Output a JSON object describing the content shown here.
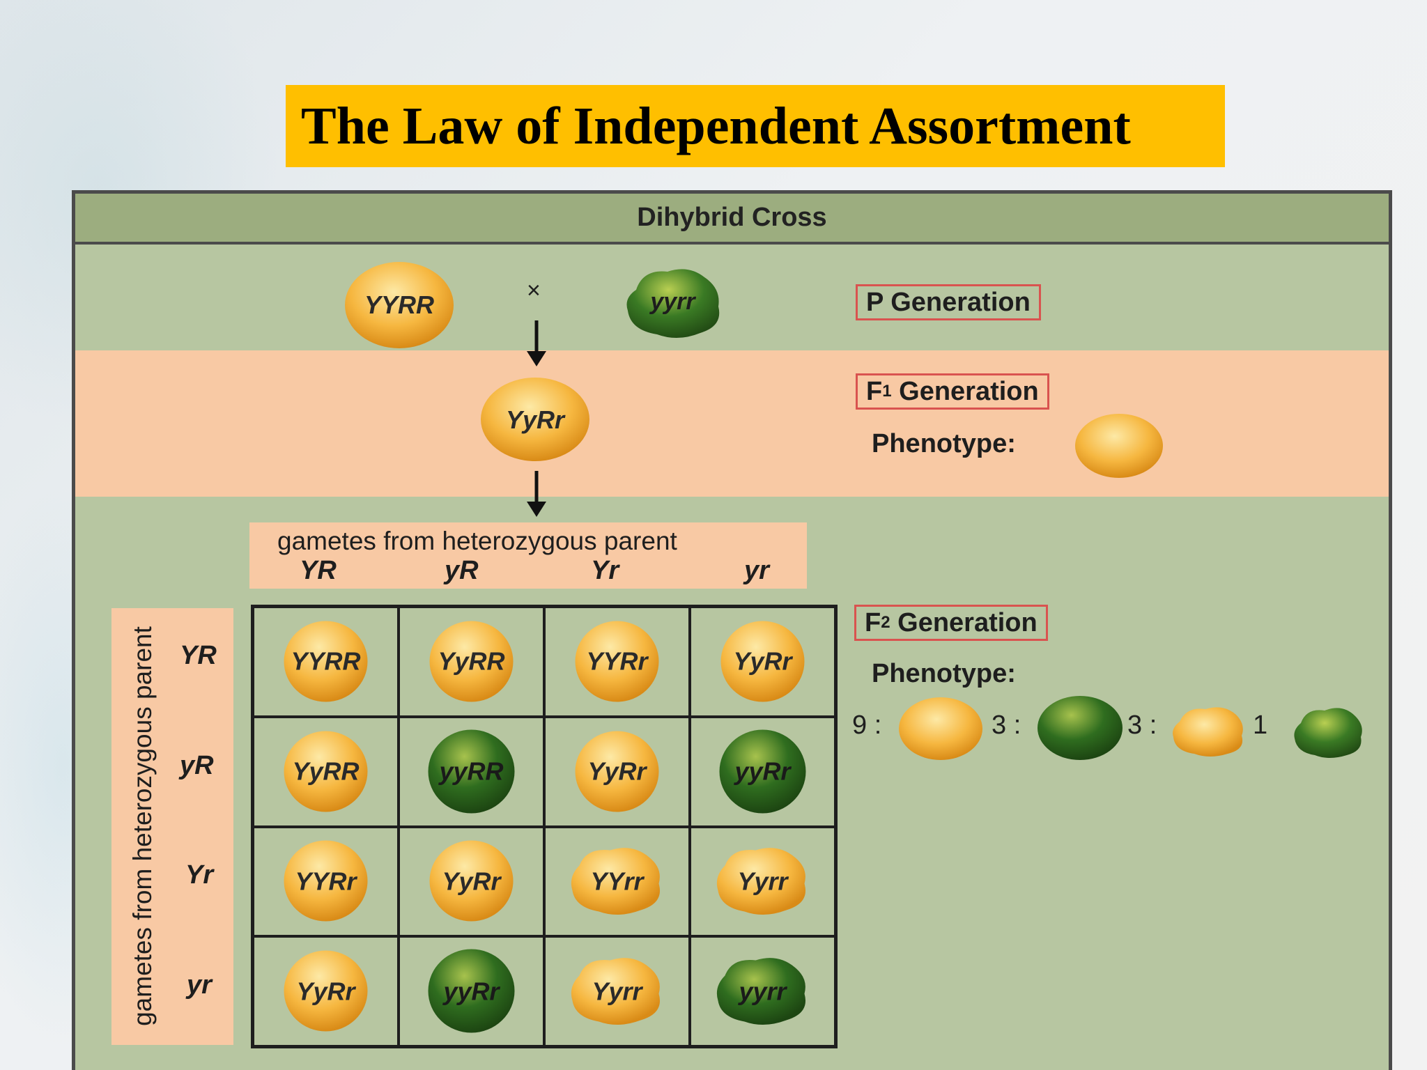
{
  "title": "The Law of Independent Assortment",
  "panel": {
    "header": "Dihybrid Cross",
    "p_generation": {
      "label": "P Generation",
      "parent1": "YYRR",
      "cross_symbol": "×",
      "parent2": "yyrr"
    },
    "f1_generation": {
      "label_main": "F",
      "label_sub": "1",
      "label_rest": " Generation",
      "genotype": "YyRr",
      "phenotype_label": "Phenotype:"
    },
    "gametes": {
      "top_title": "gametes from heterozygous parent",
      "left_title": "gametes from heterozygous parent",
      "columns": [
        "YR",
        "yR",
        "Yr",
        "yr"
      ],
      "rows": [
        "YR",
        "yR",
        "Yr",
        "yr"
      ]
    },
    "punnett": [
      [
        {
          "g": "YYRR",
          "color": "yellow",
          "shape": "round"
        },
        {
          "g": "YyRR",
          "color": "yellow",
          "shape": "round"
        },
        {
          "g": "YYRr",
          "color": "yellow",
          "shape": "round"
        },
        {
          "g": "YyRr",
          "color": "yellow",
          "shape": "round"
        }
      ],
      [
        {
          "g": "YyRR",
          "color": "yellow",
          "shape": "round"
        },
        {
          "g": "yyRR",
          "color": "green",
          "shape": "round"
        },
        {
          "g": "YyRr",
          "color": "yellow",
          "shape": "round"
        },
        {
          "g": "yyRr",
          "color": "green",
          "shape": "round"
        }
      ],
      [
        {
          "g": "YYRr",
          "color": "yellow",
          "shape": "round"
        },
        {
          "g": "YyRr",
          "color": "yellow",
          "shape": "round"
        },
        {
          "g": "YYrr",
          "color": "yellow",
          "shape": "wrinkled"
        },
        {
          "g": "Yyrr",
          "color": "yellow",
          "shape": "wrinkled"
        }
      ],
      [
        {
          "g": "YyRr",
          "color": "yellow",
          "shape": "round"
        },
        {
          "g": "yyRr",
          "color": "green",
          "shape": "round"
        },
        {
          "g": "Yyrr",
          "color": "yellow",
          "shape": "wrinkled"
        },
        {
          "g": "yyrr",
          "color": "green",
          "shape": "wrinkled"
        }
      ]
    ],
    "f2_generation": {
      "label_main": "F",
      "label_sub": "2",
      "label_rest": " Generation",
      "phenotype_label": "Phenotype:",
      "ratio": [
        "9 :",
        "3 :",
        "3 :",
        "1"
      ]
    },
    "colors": {
      "yellow": "#f6b740",
      "green": "#2f6d1f",
      "band_green": "#b7c6a1",
      "band_peach": "#f8c9a4",
      "title_bg": "#ffbf00"
    }
  }
}
